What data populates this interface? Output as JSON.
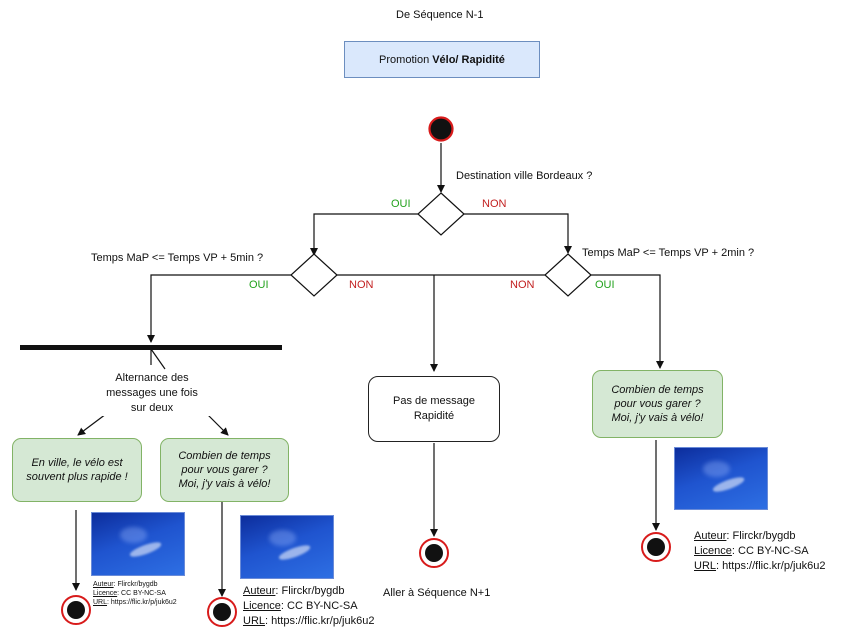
{
  "header": {
    "from_sequence": "De Séquence N-1"
  },
  "promotion": {
    "prefix": "Promotion",
    "bold": "Vélo/ Rapidité"
  },
  "decisions": {
    "d1": {
      "question": "Destination ville Bordeaux ?",
      "yes": "OUI",
      "no": "NON"
    },
    "d2": {
      "question": "Temps MaP <= Temps VP + 5min ?",
      "yes": "OUI",
      "no": "NON"
    },
    "d3": {
      "question": "Temps MaP <= Temps VP + 2min ?",
      "yes": "OUI",
      "no": "NON"
    }
  },
  "fork": {
    "label": "Alternance des\nmessages une fois\nsur deux"
  },
  "messages": {
    "m1": "En ville, le vélo est\nsouvent plus rapide !",
    "m2": "Combien de temps\npour vous garer ?\nMoi, j'y vais à vélo!",
    "m3": "Pas de message\nRapidité",
    "m4": "Combien de temps\npour vous garer ?\nMoi, j'y vais à vélo!"
  },
  "next": {
    "label": "Aller à Séquence N+1"
  },
  "credits": {
    "author_key": "Auteur",
    "author_val": ": Flirckr/bygdb",
    "licence_key": "Licence",
    "licence_val": ": CC BY-NC-SA",
    "url_key": "URL",
    "url_val": ": https://flic.kr/p/juk6u2"
  },
  "colors": {
    "promo_fill": "#dae8fc",
    "promo_border": "#6c8ebf",
    "message_fill": "#d5e8d4",
    "message_border": "#82b366",
    "yes": "#23a21d",
    "no": "#c21f1f",
    "end_ring": "#d81b1b"
  }
}
